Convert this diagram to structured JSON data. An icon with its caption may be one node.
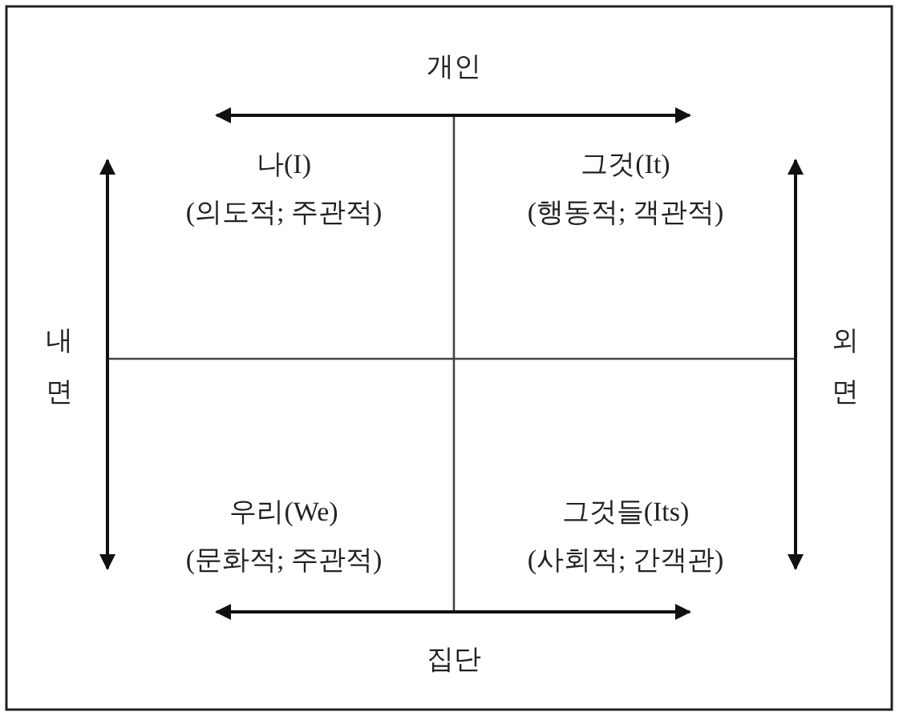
{
  "diagram": {
    "labels": [
      "개인",
      "나(I)",
      "(의도적; 주관적)",
      "그것(It)",
      "(행동적; 객관적)",
      "내면",
      "외면",
      "우리(We)",
      "(문화적; 주관적)",
      "그것들(Its)",
      "(사회적; 간객관)",
      "집단"
    ]
  }
}
